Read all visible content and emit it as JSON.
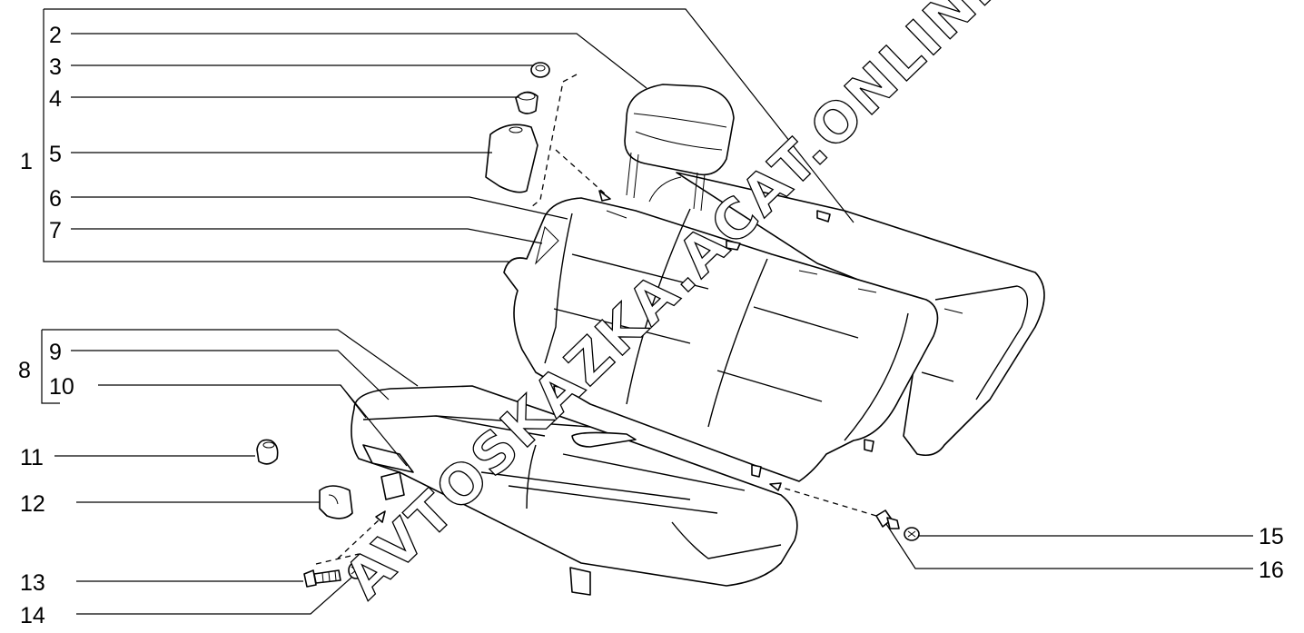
{
  "callouts": [
    {
      "id": "1",
      "text": "1"
    },
    {
      "id": "2",
      "text": "2"
    },
    {
      "id": "3",
      "text": "3"
    },
    {
      "id": "4",
      "text": "4"
    },
    {
      "id": "5",
      "text": "5"
    },
    {
      "id": "6",
      "text": "6"
    },
    {
      "id": "7",
      "text": "7"
    },
    {
      "id": "8",
      "text": "8"
    },
    {
      "id": "9",
      "text": "9"
    },
    {
      "id": "10",
      "text": "10"
    },
    {
      "id": "11",
      "text": "11"
    },
    {
      "id": "12",
      "text": "12"
    },
    {
      "id": "13",
      "text": "13"
    },
    {
      "id": "14",
      "text": "14"
    },
    {
      "id": "15",
      "text": "15"
    },
    {
      "id": "16",
      "text": "16"
    }
  ],
  "watermark": "AVTOSKAZKA.ACAT.ONLINE"
}
